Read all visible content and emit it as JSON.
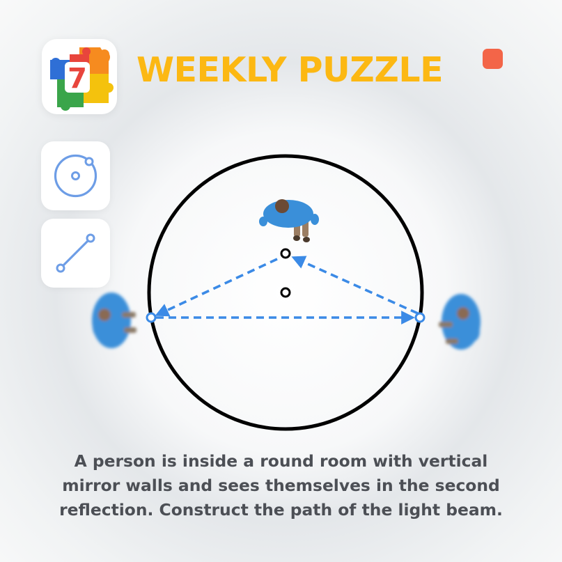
{
  "header": {
    "title": "WEEKLY PUZZLE",
    "app_icon": "puzzle-number-7-icon",
    "app_icon_digit": "7",
    "record_indicator": "red-square-icon",
    "accent": "#fcb813"
  },
  "tools": [
    {
      "name": "circle-tool",
      "icon": "circle-with-center-point-icon"
    },
    {
      "name": "segment-tool",
      "icon": "line-segment-icon"
    }
  ],
  "diagram": {
    "room_shape": "circle",
    "mirror_color": "#000000",
    "beam_color": "#3b8ae6",
    "beam_style": "dashed-arrows",
    "figures": [
      "person-top",
      "reflection-left",
      "reflection-right"
    ]
  },
  "caption": {
    "lines": [
      "A person is inside a round room with vertical",
      "mirror walls and sees themselves in the second",
      "reflection. Construct the path of the light beam."
    ]
  }
}
